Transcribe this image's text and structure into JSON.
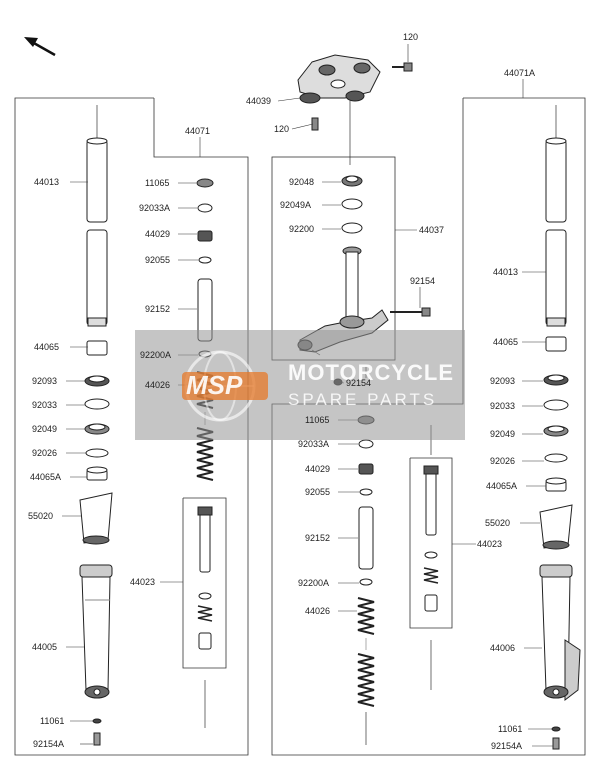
{
  "diagram": {
    "orientation_arrow_icon": "arrow-up-left-icon",
    "left_assembly": {
      "label": "44071",
      "parts": [
        "44013",
        "44065",
        "92093",
        "92033",
        "92049",
        "92026",
        "44065A",
        "55020",
        "44005",
        "11061",
        "92154A"
      ],
      "inner_parts": [
        "11065",
        "92033A",
        "44029",
        "92055",
        "92152",
        "92200A",
        "44026",
        "44023"
      ]
    },
    "center_assembly": {
      "top_parts": [
        "120",
        "44039",
        "120"
      ],
      "steering_label": "44037",
      "steering_parts": [
        "92048",
        "92049A",
        "92200",
        "92154",
        "92154"
      ],
      "inner_parts": [
        "11065",
        "92033A",
        "44029",
        "92055",
        "92152",
        "92200A",
        "44026"
      ]
    },
    "right_assembly": {
      "label": "44071A",
      "parts": [
        "44013",
        "44065",
        "92093",
        "92033",
        "92049",
        "92026",
        "44065A",
        "55020",
        "44006",
        "11061",
        "92154A"
      ],
      "inner_label": "44023"
    }
  },
  "watermark": {
    "logo_text": "MSP",
    "line1": "MOTORCYCLE",
    "line2": "SPARE PARTS"
  }
}
